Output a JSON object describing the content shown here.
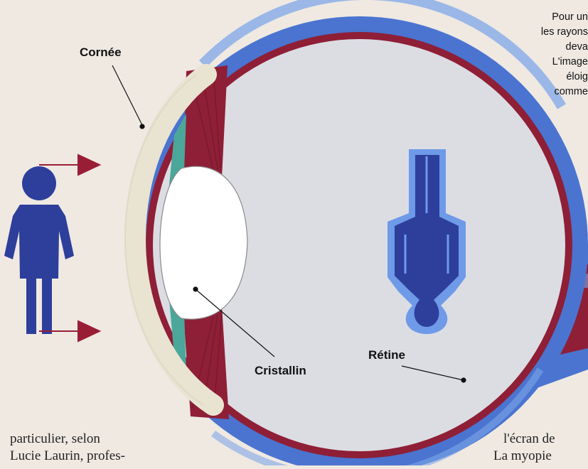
{
  "labels": {
    "cornea": "Cornée",
    "lens": "Cristallin",
    "retina": "Rétine"
  },
  "caption": {
    "lines": [
      "Pour un",
      "les rayons",
      "deva",
      "L'image",
      "éloig",
      "comme"
    ]
  },
  "body_text": {
    "left_lines": [
      "particulier, selon",
      "Lucie Laurin, profes-"
    ],
    "right_lines": [
      "l'écran de",
      "La myopie"
    ]
  },
  "colors": {
    "background": "#efe9e2",
    "sclera": "#4a74d0",
    "sclera_light": "#7ea6e8",
    "choroid": "#8e1f36",
    "vitreous": "#dcdde3",
    "cornea": "#e9e3d2",
    "lens": "#ffffff",
    "figure": "#2d3f9b",
    "image_outline": "#6e9ae8",
    "arrow": "#9a1d36",
    "teal": "#4aa79a"
  }
}
